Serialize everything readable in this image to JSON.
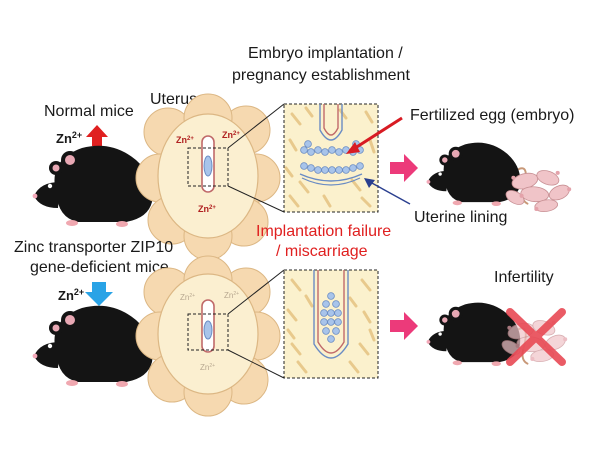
{
  "labels": {
    "normal_mice": "Normal mice",
    "uterus": "Uterus",
    "implantation_line1": "Embryo implantation /",
    "implantation_line2": "pregnancy establishment",
    "fertilized_egg": "Fertilized egg (embryo)",
    "uterine_lining": "Uterine lining",
    "failure_line1": "Implantation failure",
    "failure_line2": "/ miscarriage",
    "zip10_line1": "Zinc transporter ZIP10",
    "zip10_line2": "gene-deficient mice",
    "infertility": "Infertility"
  },
  "zinc": {
    "ion": "Zn",
    "charge": "2+"
  },
  "colors": {
    "failure_text": "#e02020",
    "up_arrow": "#e02020",
    "down_arrow": "#29a3e6",
    "pink_arrow": "#ec3a7a",
    "pointer_arrow": "#d81b23",
    "uterus_fill": "#fbefd0",
    "uterus_lobes": "#f6d9b0",
    "lining_fill": "#fbf1cd",
    "lining_cells": "#e8c98c",
    "embryo_blue": "#a8c4ea",
    "mouse_black": "#141414",
    "pup_pink": "#f0c4c8",
    "cross_red": "#e84a55"
  }
}
